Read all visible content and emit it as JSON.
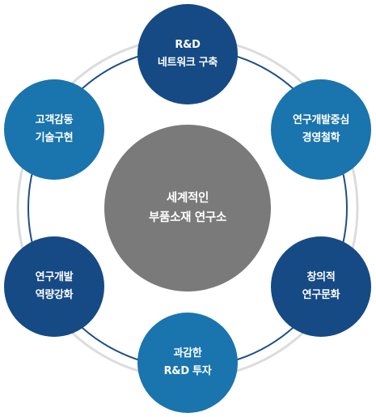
{
  "center": {
    "line1": "세계적인",
    "line2": "부품소재 연구소",
    "color": "#7a7a7a"
  },
  "nodes": [
    {
      "id": "top",
      "line1": "R&D",
      "line2": "네트워크 구축",
      "color": "#154a85"
    },
    {
      "id": "upper-right",
      "line1": "연구개발중심",
      "line2": "경영철학",
      "color": "#1a74ad"
    },
    {
      "id": "lower-right",
      "line1": "창의적",
      "line2": "연구문화",
      "color": "#154a85"
    },
    {
      "id": "bottom",
      "line1": "과감한",
      "line2": "R&D 투자",
      "color": "#1a74ad"
    },
    {
      "id": "lower-left",
      "line1": "연구개발",
      "line2": "역량강화",
      "color": "#154a85"
    },
    {
      "id": "upper-left",
      "line1": "고객감동",
      "line2": "기술구현",
      "color": "#1a74ad"
    }
  ],
  "ring_colors": {
    "outer": "#dcdcdc",
    "inner": "#1e4f86"
  }
}
